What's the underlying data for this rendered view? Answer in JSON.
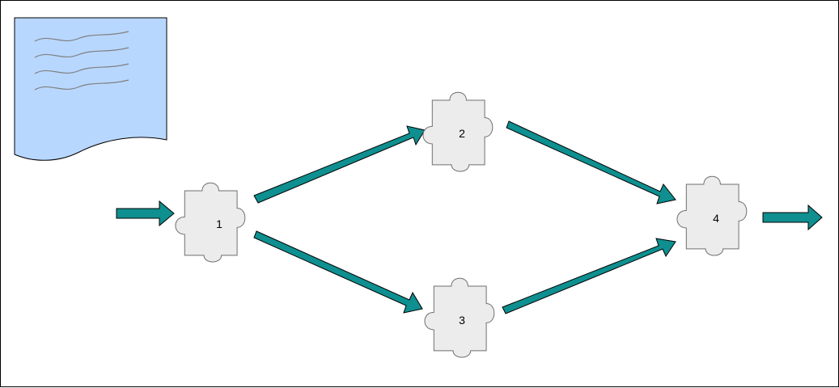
{
  "colors": {
    "frame_border": "#000000",
    "document_fill": "#b8d7ff",
    "document_stroke": "#000000",
    "document_squiggle": "#7f7f7f",
    "arrow_fill": "#0f8f8f",
    "arrow_stroke": "#000000",
    "puzzle_fill": "#ececec",
    "puzzle_stroke": "#6f6f6f"
  },
  "icons": {
    "document": "document-icon",
    "puzzle": "puzzle-piece-icon",
    "arrow": "arrow-icon"
  },
  "pieces": {
    "p1": "1",
    "p2": "2",
    "p3": "3",
    "p4": "4"
  }
}
